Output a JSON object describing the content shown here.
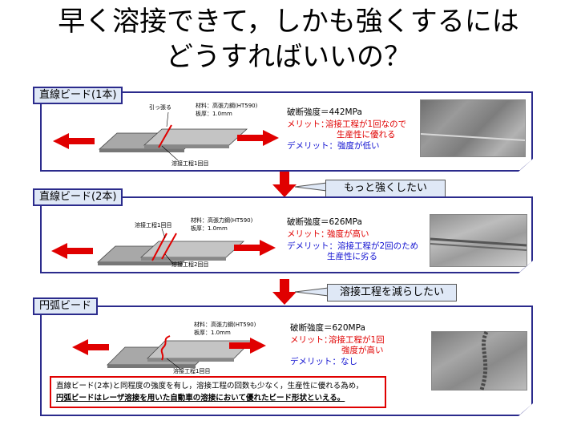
{
  "title": {
    "line1": "早く溶接できて，しかも強くするには",
    "line2": "どうすればいいの？"
  },
  "panels": [
    {
      "label": "直線ビード(1本)",
      "pull_label": "引っ張る",
      "material": "材料：高張力鋼(HT590)",
      "thickness": "板厚：1.0mm",
      "weld_label": "溶接工程1回目",
      "strength": "破断強度＝442MPa",
      "merit_label": "メリット：",
      "merit_line1": "溶接工程が1回なので",
      "merit_line2": "生産性に優れる",
      "demerit": "デメリット：強度が低い"
    },
    {
      "label": "直線ビード(2本)",
      "material": "材料：高張力鋼(HT590)",
      "thickness": "板厚：1.0mm",
      "weld_label1": "溶接工程1回目",
      "weld_label2": "溶接工程2回目",
      "strength": "破断強度＝626MPa",
      "merit_label": "メリット：",
      "merit_line1": "強度が高い",
      "demerit_line1": "デメリット：溶接工程が2回のため",
      "demerit_line2": "生産性に劣る"
    },
    {
      "label": "円弧ビード",
      "material": "材料：高張力鋼(HT590)",
      "thickness": "板厚：1.0mm",
      "weld_label": "溶接工程1回目",
      "strength": "破断強度＝620MPa",
      "merit_label": "メリット：",
      "merit_line1": "溶接工程が1回",
      "merit_line2": "強度が高い",
      "demerit": "デメリット：なし"
    }
  ],
  "callouts": {
    "first": "もっと強くしたい",
    "second": "溶接工程を減らしたい"
  },
  "conclusion": {
    "line1": "直線ビード(2本)と同程度の強度を有し，溶接工程の回数も少なく，生産性に優れる為め，",
    "line2": "円弧ビードはレーザ溶接を用いた自動車の溶接において優れたビード形状といえる。"
  },
  "colors": {
    "frame": "#2b2b8c",
    "accent_red": "#e00000",
    "label_fill": "#dfe8f6",
    "demerit_blue": "#1010d0"
  }
}
